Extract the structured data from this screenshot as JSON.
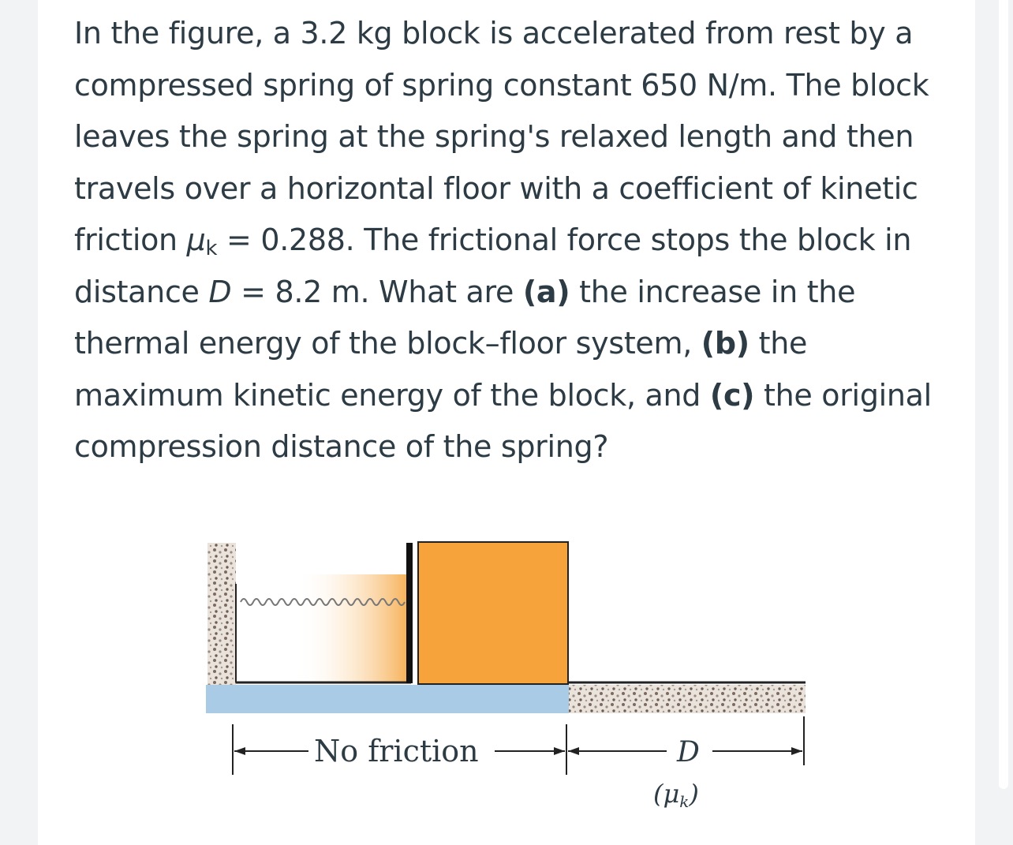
{
  "problem": {
    "p1": "In the figure, a 3.2 kg block is accelerated from rest by a compressed spring of spring constant 650 N/m. The block leaves the spring at the spring's relaxed length and then travels over a horizontal floor with a coefficient of kinetic friction ",
    "mu": "μ",
    "mu_sub": "k",
    "p2": " = 0.288. The frictional force stops the block in distance ",
    "d_var": "D",
    "p3": " = 8.2 m. What are ",
    "a_label": "(a)",
    "a_text": " the increase in the thermal energy of the block–floor system, ",
    "b_label": "(b)",
    "b_text": " the maximum kinetic energy of the block, and ",
    "c_label": "(c)",
    "c_text": " the original compression distance of the spring?"
  },
  "figure": {
    "no_friction_label": "No friction",
    "d_label": "D",
    "mu_label": "(μ",
    "mu_sub": "k",
    "mu_close": ")",
    "colors": {
      "block": "#f5a33a",
      "floor_frictionless": "#a9cbe6",
      "wall_texture": "#8c7b72",
      "spring_gradient_end": "#f5a33a",
      "text": "#2d3b45"
    }
  }
}
